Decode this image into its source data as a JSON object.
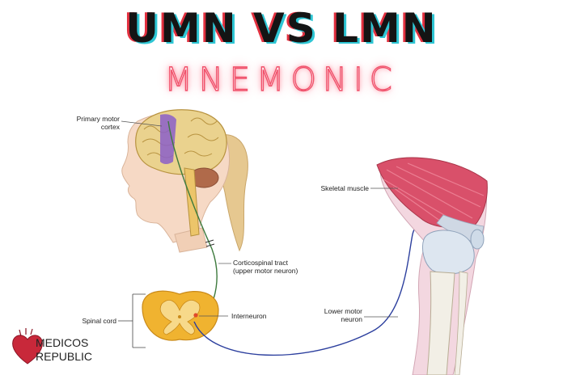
{
  "header": {
    "title": "UMN VS LMN",
    "subtitle": "MNEMONIC"
  },
  "labels": {
    "primary_motor_cortex": "Primary motor cortex",
    "skeletal_muscle": "Skeletal muscle",
    "corticospinal_tract_line1": "Corticospinal tract",
    "corticospinal_tract_line2": "(upper motor neuron)",
    "spinal_cord": "Spinal cord",
    "interneuron": "Interneuron",
    "lower_motor_neuron_line1": "Lower motor",
    "lower_motor_neuron_line2": "neuron"
  },
  "brand": {
    "line1": "MEDICOS",
    "line2": "REPUBLIC"
  },
  "colors": {
    "title_shadow_cyan": "#2ec6d4",
    "title_shadow_red": "#e2303f",
    "neon_pink": "#f0506a",
    "upper_neuron": "#3d7a3d",
    "lower_neuron": "#2c3f9e",
    "motor_cortex": "#8b5fc9",
    "spinal_cord": "#f0b330",
    "muscle": "#d9506a",
    "skin": "#f6d9c5",
    "hair": "#e6c890"
  }
}
